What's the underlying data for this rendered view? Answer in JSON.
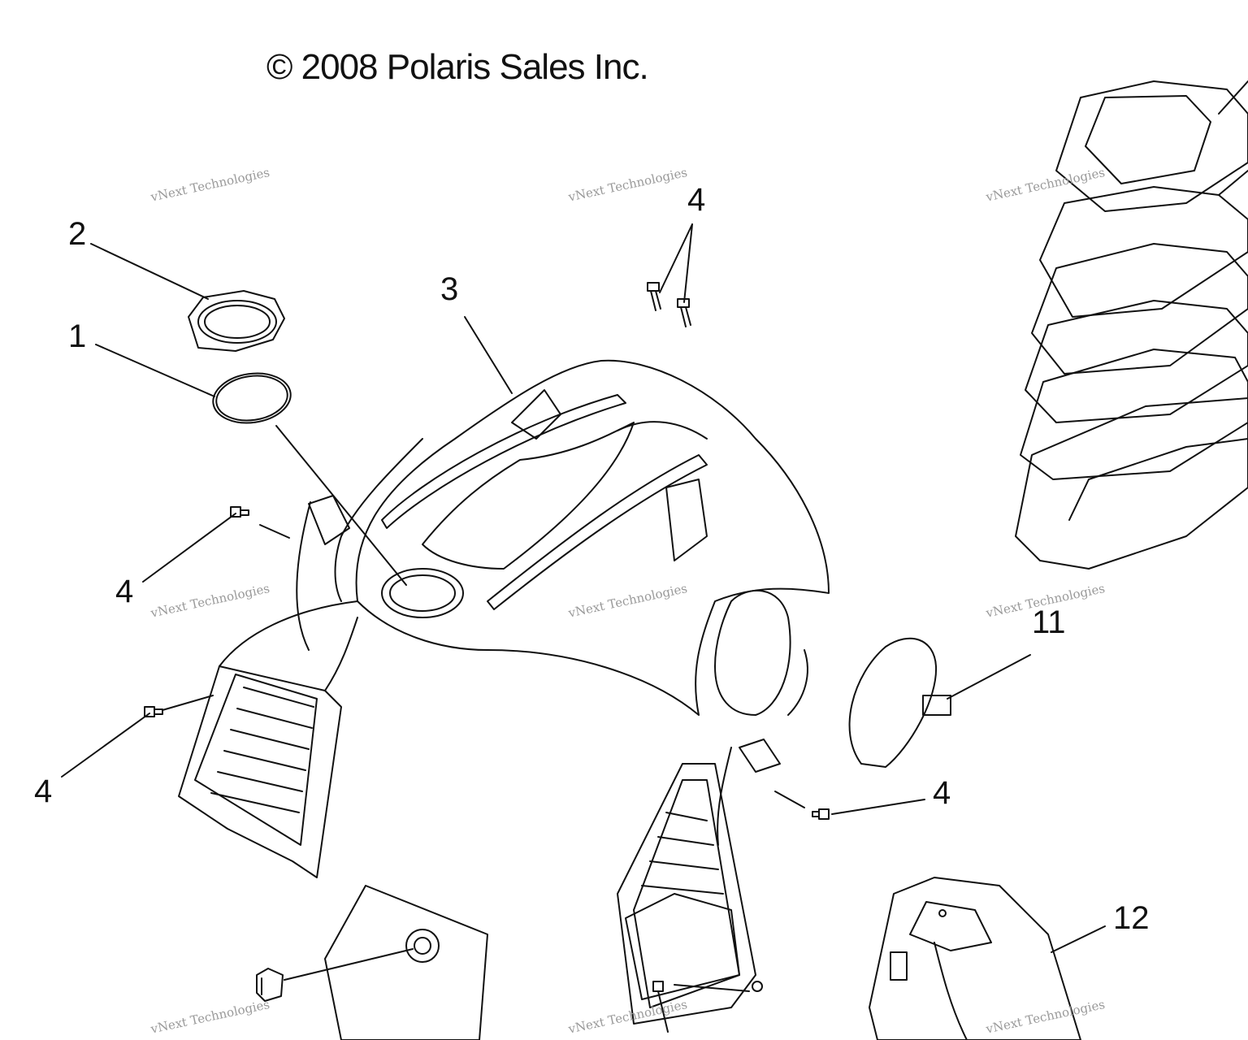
{
  "header": {
    "copyright": "© 2008 Polaris Sales Inc."
  },
  "watermark": {
    "line1": "vNext Technologies",
    "line2": "vNext Technologies"
  },
  "callouts": {
    "c1": "1",
    "c2": "2",
    "c3": "3",
    "c4_top": "4",
    "c4_left_upper": "4",
    "c4_left_lower": "4",
    "c4_right": "4",
    "c11": "11",
    "c12": "12"
  }
}
